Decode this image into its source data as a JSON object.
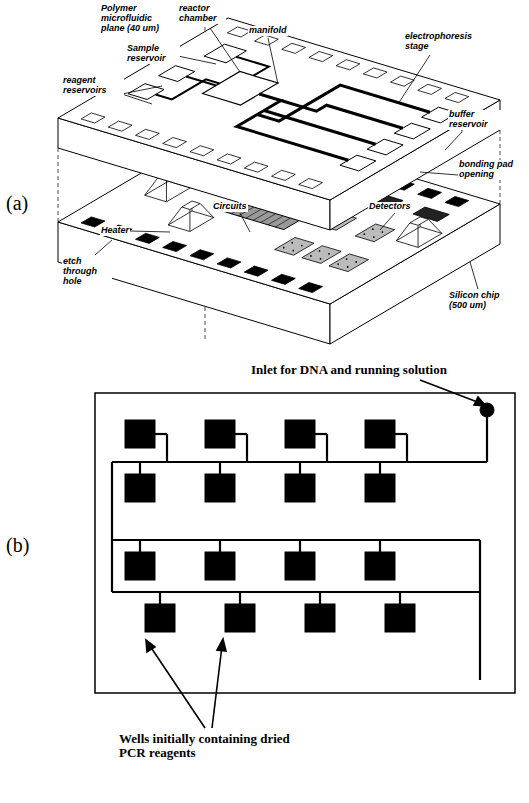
{
  "diagram": {
    "labels": [
      "(a)",
      "Polymer microfluidic plane (40 um)",
      "reactor chamber",
      "manifold",
      "Sample reservoir",
      "reagent reservoirs",
      "electrophoresis stage",
      "buffer reservoir",
      "bonding pad opening",
      "Circuits",
      "Detectors",
      "Heater",
      "etch through hole",
      "Silicon chip (500 um)",
      "(b)",
      "Inlet for DNA and running solution",
      "Wells initially containing dried PCR reagents"
    ]
  }
}
